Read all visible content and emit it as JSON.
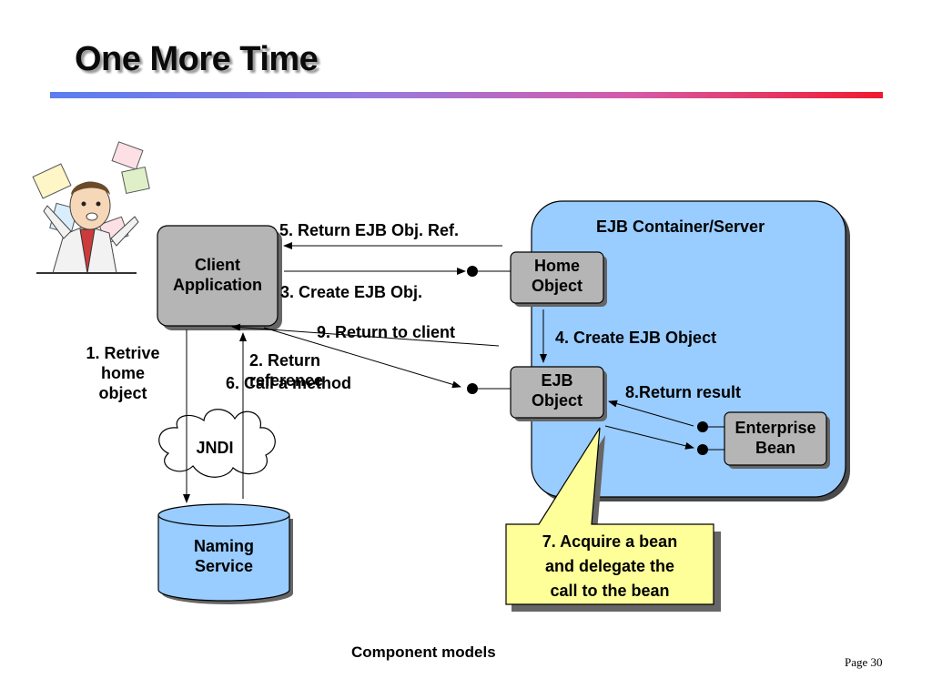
{
  "title": "One More Time",
  "diagram": {
    "container_label": "EJB Container/Server",
    "client_label": "Client\nApplication",
    "home_object_label": "Home\nObject",
    "ejb_object_label": "EJB\nObject",
    "enterprise_bean_label": "Enterprise\nBean",
    "jndi_label": "JNDI",
    "naming_service_label": "Naming\nService",
    "callout_label": "7. Acquire a bean\nand delegate the\ncall to the bean",
    "steps": {
      "s1": "1. Retrive\nhome\nobject",
      "s2": "2. Return\nreference",
      "s3": "3. Create EJB Obj.",
      "s4": "4. Create EJB Object",
      "s5": "5. Return EJB Obj. Ref.",
      "s6": "6. Call a method",
      "s8": "8.Return result",
      "s9": "9. Return to client"
    }
  },
  "footer": "Component models",
  "page_number": "Page 30"
}
